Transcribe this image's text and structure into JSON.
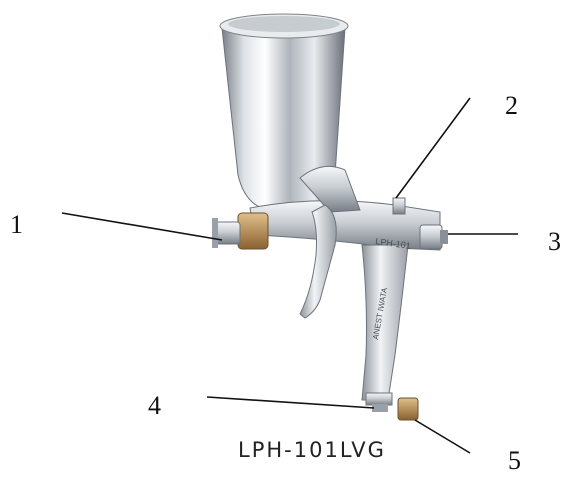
{
  "callouts": [
    {
      "id": "1",
      "label": "1"
    },
    {
      "id": "2",
      "label": "2"
    },
    {
      "id": "3",
      "label": "3"
    },
    {
      "id": "4",
      "label": "4"
    },
    {
      "id": "5",
      "label": "5"
    }
  ],
  "model_caption": "LPH-101LVG",
  "body_engraving": "LPH-101",
  "handle_engraving": "ANEST IWATA",
  "colors": {
    "background": "#ffffff",
    "leader_line": "#111111",
    "metal_light": "#f2f4f6",
    "metal_mid": "#b9bec4",
    "metal_dark": "#6f757c",
    "brass": "#b08040"
  }
}
